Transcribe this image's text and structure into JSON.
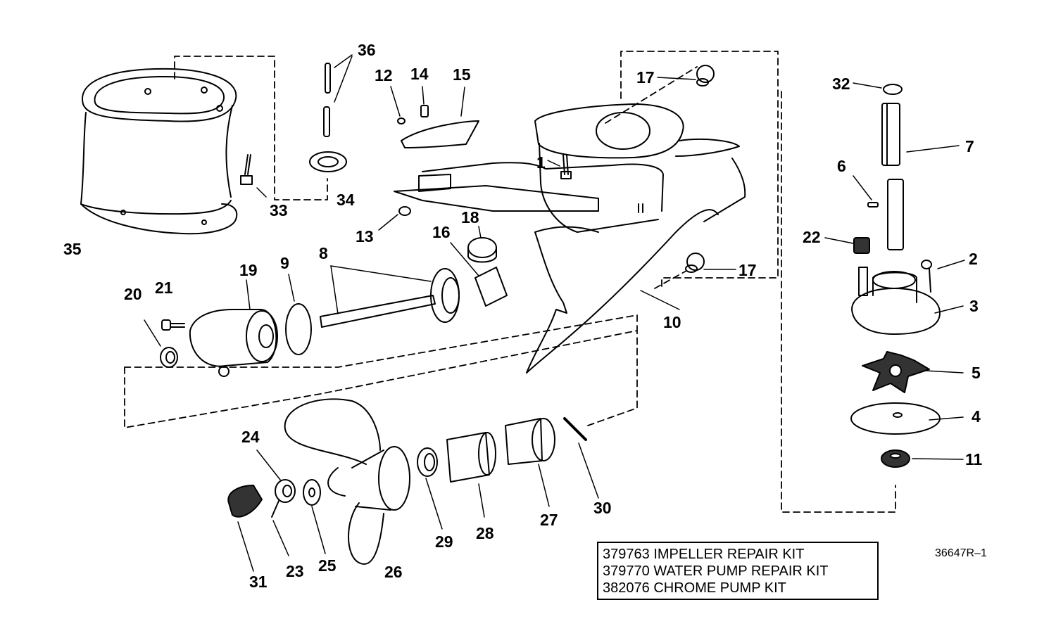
{
  "diagram": {
    "drawing_code": "36647R–1",
    "kits": [
      {
        "part_no": "379763",
        "desc": "IMPELLER REPAIR KIT"
      },
      {
        "part_no": "379770",
        "desc": "WATER PUMP REPAIR KIT"
      },
      {
        "part_no": "382076",
        "desc": "CHROME PUMP KIT"
      }
    ],
    "callouts": {
      "c1": "1",
      "c2": "2",
      "c3": "3",
      "c4": "4",
      "c5": "5",
      "c6": "6",
      "c7": "7",
      "c8": "8",
      "c9": "9",
      "c10": "10",
      "c11": "11",
      "c12": "12",
      "c13": "13",
      "c14": "14",
      "c15": "15",
      "c16": "16",
      "c17a": "17",
      "c17b": "17",
      "c18": "18",
      "c19": "19",
      "c20": "20",
      "c21": "21",
      "c22": "22",
      "c23": "23",
      "c24": "24",
      "c25": "25",
      "c26": "26",
      "c27": "27",
      "c28": "28",
      "c29": "29",
      "c30": "30",
      "c31": "31",
      "c32": "32",
      "c33": "33",
      "c34": "34",
      "c35": "35",
      "c36": "36"
    }
  }
}
